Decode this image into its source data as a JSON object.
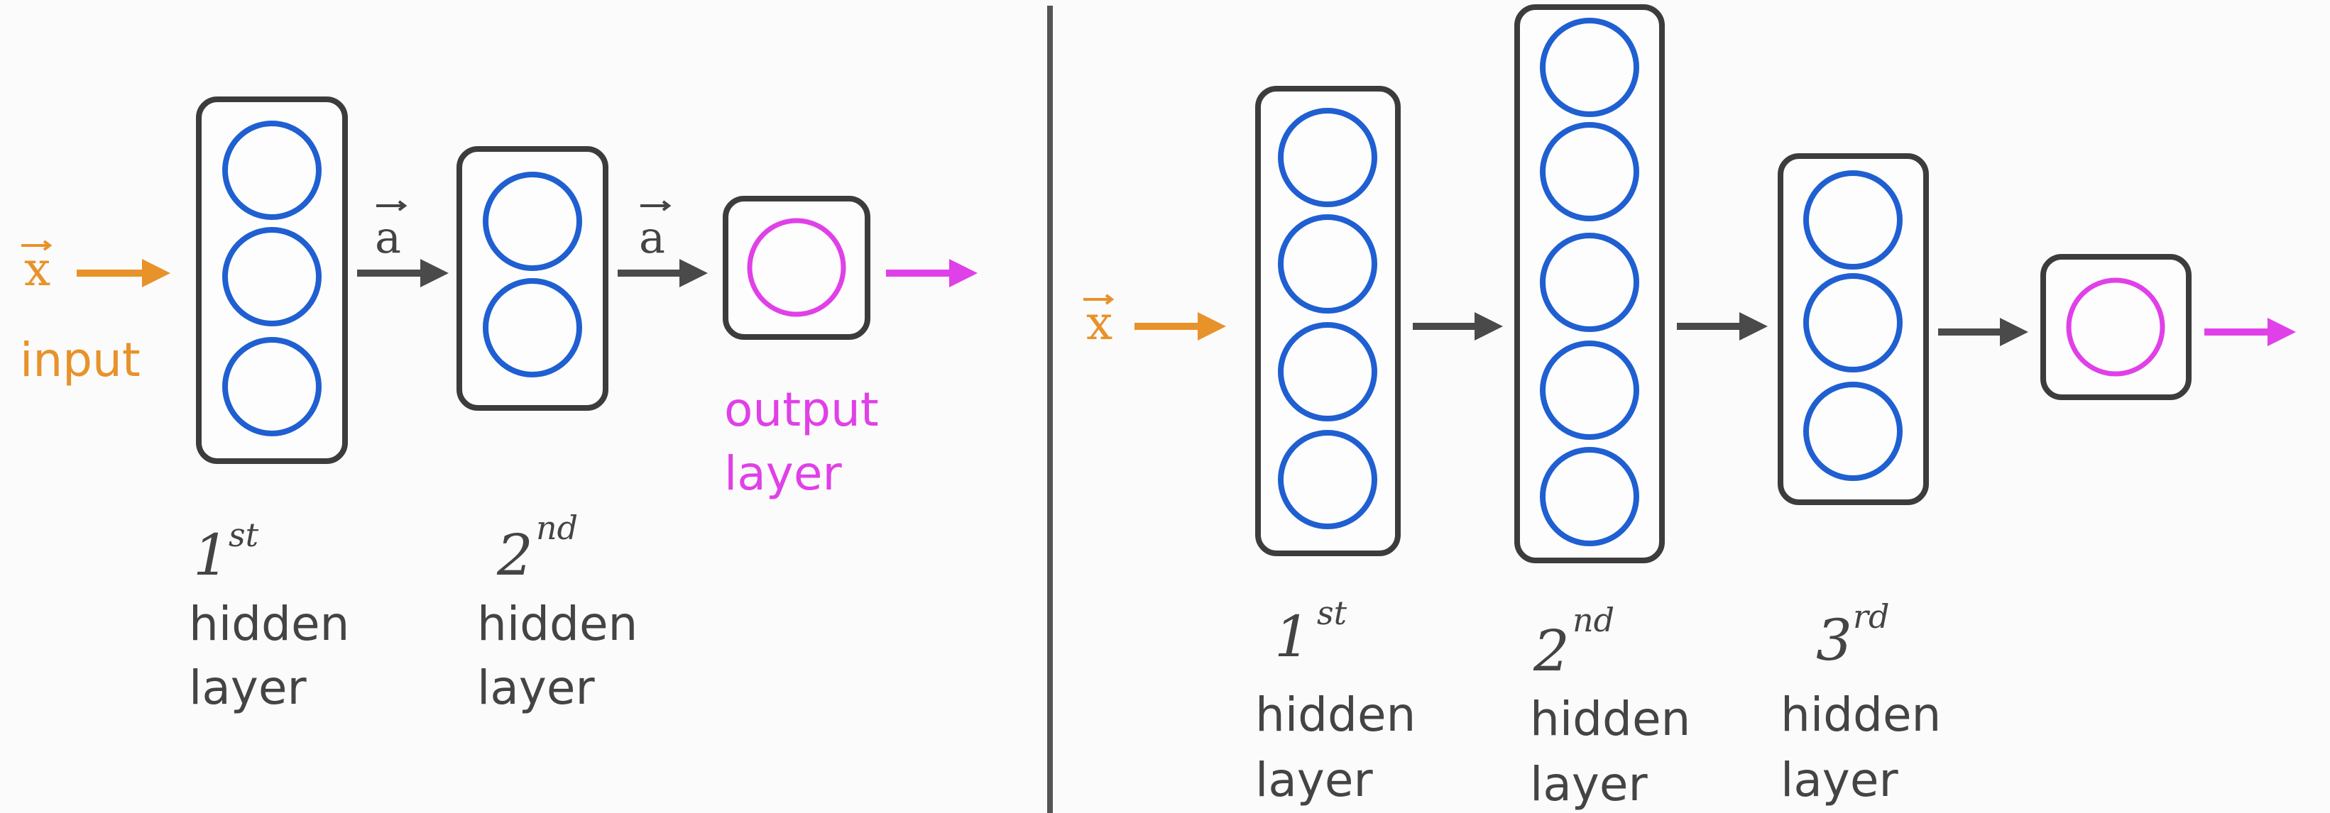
{
  "colors": {
    "input": "#e8922a",
    "output": "#e040e8",
    "neuron": "#1f5fd1",
    "box": "#3c3c3c",
    "arrow": "#4a4a4a",
    "text": "#444444",
    "divider": "#555555"
  },
  "left_network": {
    "input_symbol": "x",
    "input_label": "input",
    "activation_symbol_1": "a",
    "activation_symbol_2": "a",
    "output_label_line1": "output",
    "output_label_line2": "layer",
    "layer1": {
      "ordinal_num": "1",
      "ordinal_suffix": "st",
      "line1": "hidden",
      "line2": "layer",
      "neurons": 3
    },
    "layer2": {
      "ordinal_num": "2",
      "ordinal_suffix": "nd",
      "line1": "hidden",
      "line2": "layer",
      "neurons": 2
    },
    "output_neurons": 1
  },
  "right_network": {
    "input_symbol": "x",
    "layer1": {
      "ordinal_num": "1",
      "ordinal_suffix": "st",
      "line1": "hidden",
      "line2": "layer",
      "neurons": 4
    },
    "layer2": {
      "ordinal_num": "2",
      "ordinal_suffix": "nd",
      "line1": "hidden",
      "line2": "layer",
      "neurons": 5
    },
    "layer3": {
      "ordinal_num": "3",
      "ordinal_suffix": "rd",
      "line1": "hidden",
      "line2": "layer",
      "neurons": 3
    },
    "output_neurons": 1
  }
}
